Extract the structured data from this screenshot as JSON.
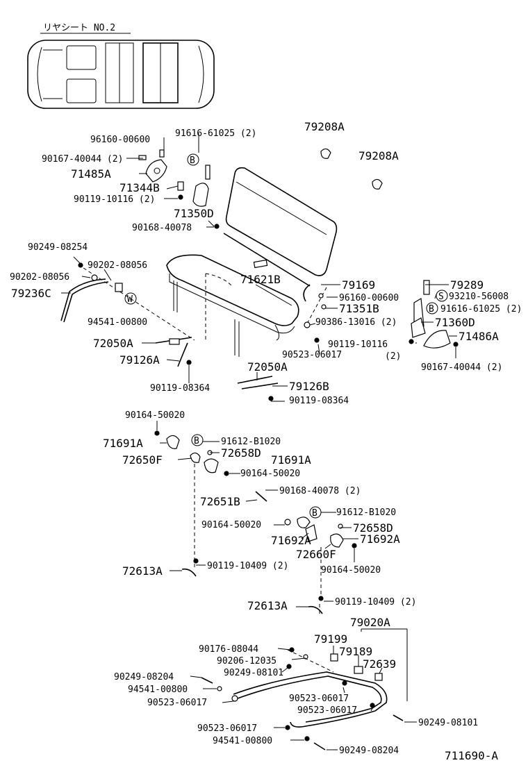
{
  "header": {
    "title": "リヤシート NO.2"
  },
  "footer": {
    "code": "711690-A"
  },
  "circle_marks": {
    "b": "B",
    "s": "S",
    "w": "W"
  },
  "labels": {
    "p79208a_1": "79208A",
    "p79208a_2": "79208A",
    "p96160_1": "96160-00600",
    "p91616_1": "91616-61025 (2)",
    "p90167_1": "90167-40044 (2)",
    "p71485a": "71485A",
    "p71344b": "71344B",
    "p90119_1": "90119-10116 (2)",
    "p71350d": "71350D",
    "p90168_1": "90168-40078",
    "p90249_1": "90249-08254",
    "p90202_1": "90202-08056",
    "p90202_2": "90202-08056",
    "p79236c": "79236C",
    "p71621b": "71621B",
    "p79169": "79169",
    "p79289": "79289",
    "p96160_2": "96160-00600",
    "p93210": "93210-56008",
    "p71351b": "71351B",
    "p91616_2": "91616-61025 (2)",
    "p90386": "90386-13016 (2)",
    "p71360d": "71360D",
    "p94541_1": "94541-00800",
    "p90119_2": "90119-10116",
    "p90119_2b": "(2)",
    "p71486a": "71486A",
    "p72050a_1": "72050A",
    "p90523_1": "90523-06017",
    "p90167_2": "90167-40044 (2)",
    "p79126a": "79126A",
    "p72050a_2": "72050A",
    "p90119_3": "90119-08364",
    "p79126b": "79126B",
    "p90119_4": "90119-08364",
    "p90164_1": "90164-50020",
    "p71691a_1": "71691A",
    "p91612_1": "91612-B1020",
    "p72658d_1": "72658D",
    "p72650f": "72650F",
    "p71691a_2": "71691A",
    "p90164_2": "90164-50020",
    "p90168_2": "90168-40078 (2)",
    "p72651b": "72651B",
    "p91612_2": "91612-B1020",
    "p90164_3": "90164-50020",
    "p72658d_2": "72658D",
    "p71692a_1": "71692A",
    "p71692a_2": "71692A",
    "p72660f": "72660F",
    "p90164_4": "90164-50020",
    "p72613a_1": "72613A",
    "p90119_5": "90119-10409 (2)",
    "p72613a_2": "72613A",
    "p90119_6": "90119-10409 (2)",
    "p79020a": "79020A",
    "p79199": "79199",
    "p79189": "79189",
    "p72639": "72639",
    "p90176": "90176-08044",
    "p90206": "90206-12035",
    "p90249_2": "90249-08101",
    "p90249_3": "90249-08204",
    "p94541_2": "94541-00800",
    "p90523_2": "90523-06017",
    "p90523_3": "90523-06017",
    "p90523_4": "90523-06017",
    "p90249_4": "90249-08101",
    "p90523_5": "90523-06017",
    "p94541_3": "94541-00800",
    "p90249_5": "90249-08204"
  }
}
